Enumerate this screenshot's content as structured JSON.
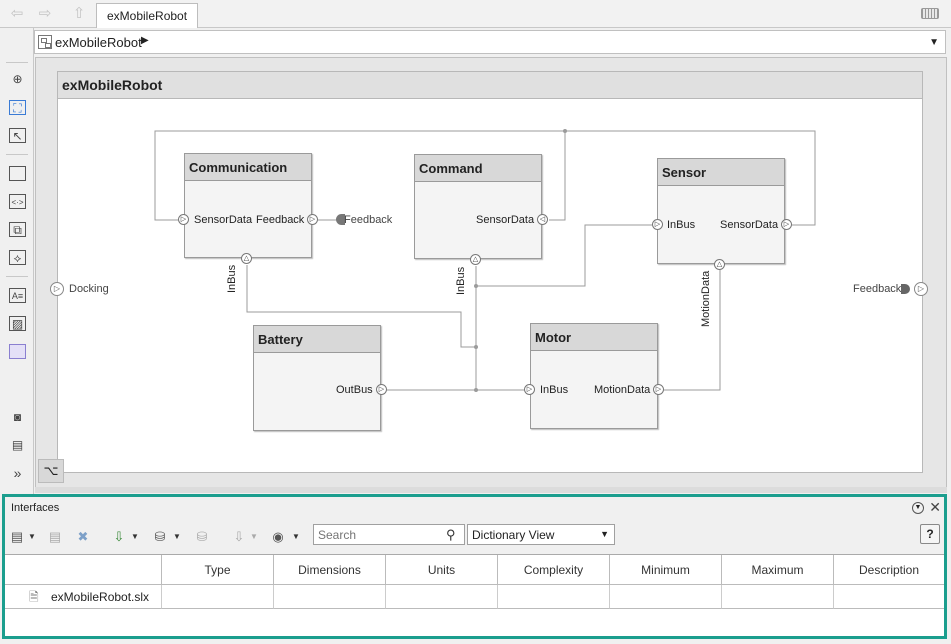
{
  "window": {
    "tab_title": "exMobileRobot"
  },
  "address_bar": {
    "path": "exMobileRobot"
  },
  "diagram": {
    "title": "exMobileRobot",
    "components": {
      "communication": {
        "name": "Communication",
        "ports": [
          "SensorData",
          "Feedback",
          "InBus"
        ]
      },
      "command": {
        "name": "Command",
        "ports": [
          "SensorData",
          "InBus"
        ]
      },
      "sensor": {
        "name": "Sensor",
        "ports": [
          "InBus",
          "SensorData",
          "MotionData"
        ]
      },
      "battery": {
        "name": "Battery",
        "ports": [
          "OutBus"
        ]
      },
      "motor": {
        "name": "Motor",
        "ports": [
          "InBus",
          "MotionData"
        ]
      }
    },
    "external_ports": {
      "docking": "Docking",
      "feedback_out": "Feedback",
      "feedback_left": "Feedback"
    }
  },
  "interfaces": {
    "title": "Interfaces",
    "search_placeholder": "Search",
    "view_select": "Dictionary View",
    "help_label": "?",
    "columns": [
      "",
      "Type",
      "Dimensions",
      "Units",
      "Complexity",
      "Minimum",
      "Maximum",
      "Description"
    ],
    "rows": [
      {
        "name": "exMobileRobot.slx"
      }
    ]
  },
  "colors": {
    "accent_border": "#1b9e8e"
  }
}
